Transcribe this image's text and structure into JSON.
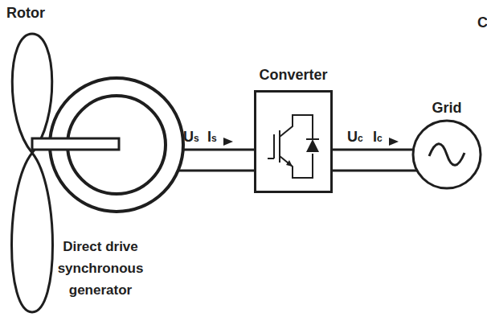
{
  "diagram": {
    "nodes": [
      {
        "text": [
          "Direct drive synchronous generator"
        ]
      },
      {
        "text": [
          "Converter"
        ]
      },
      {
        "text": [
          "Grid"
        ]
      }
    ],
    "edges": [
      {
        "from": 0,
        "to": 1,
        "arrow": "none"
      },
      {
        "from": 1,
        "to": 2,
        "arrow": "none"
      }
    ],
    "labels": [
      "Rotor",
      "Us",
      "Is",
      "Uc",
      "Ic",
      "C"
    ]
  }
}
